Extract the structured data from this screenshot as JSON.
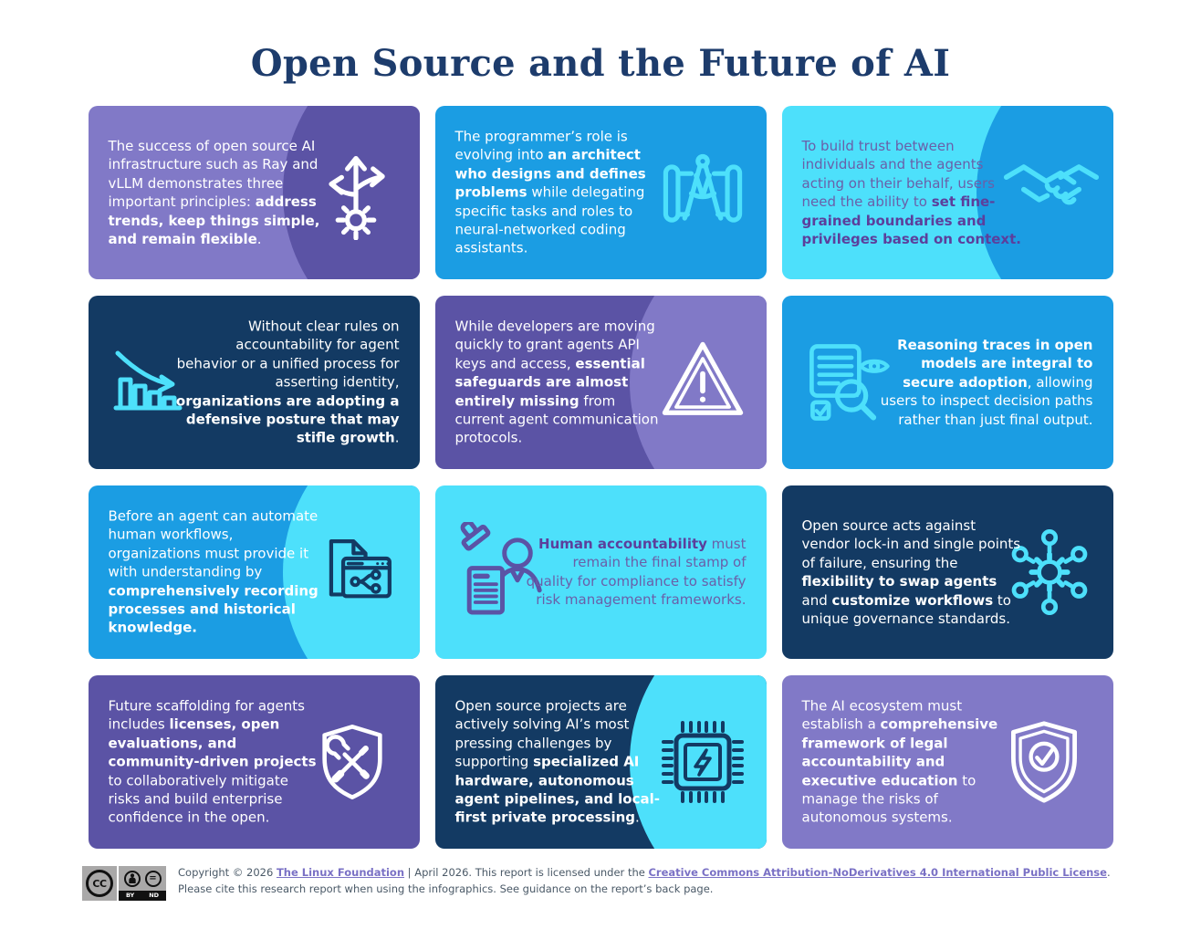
{
  "title": "Open Source and the Future of AI",
  "colors": {
    "white": "#ffffff",
    "blue": "#1b9de3",
    "cyan": "#4de0fb",
    "navy": "#133a63",
    "purple": "#5b53a5",
    "purple_light": "#8179c7",
    "icon_navy": "#133a63",
    "purple_text": "#6a5fa9",
    "purple_text_bold": "#5c3f9c",
    "title_color": "#1d3c6c",
    "footer_text": "#4a5967",
    "link": "#7a71c5"
  },
  "cards": [
    {
      "id": 1,
      "bg": "purple_light",
      "blob": "purple",
      "icon": "branch-arrows",
      "icon_color": "white",
      "icon_side": "right",
      "align": "left",
      "text_regular": "white",
      "text_bold": "white",
      "segments": [
        {
          "t": "The success of open source AI infrastructure such as Ray and vLLM demonstrates three important principles: ",
          "b": false
        },
        {
          "t": "address trends, keep things simple, and remain flexible",
          "b": true
        },
        {
          "t": ".",
          "b": false
        }
      ]
    },
    {
      "id": 2,
      "bg": "blue",
      "blob": null,
      "icon": "compass",
      "icon_color": "cyan",
      "icon_side": "right",
      "align": "left",
      "text_regular": "white",
      "text_bold": "white",
      "segments": [
        {
          "t": "The programmer’s role is evolving into ",
          "b": false
        },
        {
          "t": "an architect who designs and defines problems",
          "b": true
        },
        {
          "t": " while delegating specific tasks and roles to neural-networked coding assistants.",
          "b": false
        }
      ]
    },
    {
      "id": 3,
      "bg": "cyan",
      "blob": "blue",
      "icon": "handshake",
      "icon_color": "cyan",
      "icon_side": "right",
      "align": "left",
      "text_regular": "purple_text",
      "text_bold": "purple_text_bold",
      "segments": [
        {
          "t": "To build trust between individuals and the agents acting on their behalf, users need the ability to ",
          "b": false
        },
        {
          "t": "set fine-grained boundaries and privileges based on context.",
          "b": true
        }
      ]
    },
    {
      "id": 4,
      "bg": "navy",
      "blob": null,
      "icon": "bar-decline",
      "icon_color": "cyan",
      "icon_side": "left",
      "align": "right",
      "text_regular": "white",
      "text_bold": "white",
      "segments": [
        {
          "t": "Without clear rules on accountability for agent behavior or a unified process for asserting identity, ",
          "b": false
        },
        {
          "t": "organizations are adopting a defensive posture that may stifle growth",
          "b": true
        },
        {
          "t": ".",
          "b": false
        }
      ]
    },
    {
      "id": 5,
      "bg": "purple",
      "blob": "purple_light",
      "icon": "warning-triangle",
      "icon_color": "white",
      "icon_side": "right",
      "align": "left",
      "text_regular": "white",
      "text_bold": "white",
      "segments": [
        {
          "t": "While developers are moving quickly to grant agents API keys and access, ",
          "b": false
        },
        {
          "t": "essential safeguards are almost entirely missing",
          "b": true
        },
        {
          "t": " from current agent communication protocols.",
          "b": false
        }
      ]
    },
    {
      "id": 6,
      "bg": "blue",
      "blob": null,
      "icon": "doc-eye-magnifier",
      "icon_color": "cyan",
      "icon_side": "left",
      "align": "right",
      "text_regular": "white",
      "text_bold": "white",
      "segments": [
        {
          "t": "Reasoning traces in open models are integral to secure adoption",
          "b": true
        },
        {
          "t": ", allowing users to inspect decision paths rather than just final output.",
          "b": false
        }
      ]
    },
    {
      "id": 7,
      "bg": "blue",
      "blob": "cyan",
      "icon": "window-flow",
      "icon_color": "icon_navy",
      "icon_side": "right",
      "align": "left",
      "text_regular": "white",
      "text_bold": "white",
      "segments": [
        {
          "t": "Before an agent can automate human workflows, organizations must provide it with understanding by ",
          "b": false
        },
        {
          "t": "comprehensively recording processes and historical knowledge.",
          "b": true
        }
      ]
    },
    {
      "id": 8,
      "bg": "cyan",
      "blob": null,
      "icon": "stamp-person-doc",
      "icon_color": "purple",
      "icon_side": "left",
      "align": "right",
      "text_regular": "purple_text",
      "text_bold": "purple_text_bold",
      "segments": [
        {
          "t": "Human accountability",
          "b": true
        },
        {
          "t": " must remain the final stamp of quality for compliance to satisfy risk management frameworks.",
          "b": false
        }
      ]
    },
    {
      "id": 9,
      "bg": "navy",
      "blob": null,
      "icon": "gear-network",
      "icon_color": "cyan",
      "icon_side": "right",
      "align": "left",
      "text_regular": "white",
      "text_bold": "white",
      "segments": [
        {
          "t": "Open source acts against vendor lock-in and single points of failure, ensuring the ",
          "b": false
        },
        {
          "t": "flexibility to swap agents",
          "b": true
        },
        {
          "t": " and ",
          "b": false
        },
        {
          "t": "customize workflows",
          "b": true
        },
        {
          "t": " to unique governance standards.",
          "b": false
        }
      ]
    },
    {
      "id": 10,
      "bg": "purple",
      "blob": null,
      "icon": "shield-tools",
      "icon_color": "white",
      "icon_side": "right",
      "align": "left",
      "text_regular": "white",
      "text_bold": "white",
      "segments": [
        {
          "t": "Future scaffolding for agents includes ",
          "b": false
        },
        {
          "t": "licenses, open evaluations, and community-driven projects",
          "b": true
        },
        {
          "t": " to collaboratively mitigate risks and build enterprise confidence in the open.",
          "b": false
        }
      ]
    },
    {
      "id": 11,
      "bg": "navy",
      "blob": "cyan",
      "icon": "chip-bolt",
      "icon_color": "icon_navy",
      "icon_side": "right",
      "align": "left",
      "text_regular": "white",
      "text_bold": "white",
      "segments": [
        {
          "t": "Open source projects are actively solving AI’s most pressing challenges by supporting ",
          "b": false
        },
        {
          "t": "specialized AI hardware, autonomous agent pipelines, and local-first private processing",
          "b": true
        },
        {
          "t": ".",
          "b": false
        }
      ]
    },
    {
      "id": 12,
      "bg": "purple_light",
      "blob": null,
      "icon": "shield-check",
      "icon_color": "white",
      "icon_side": "right",
      "align": "left",
      "text_regular": "white",
      "text_bold": "white",
      "segments": [
        {
          "t": "The AI ecosystem must establish a ",
          "b": false
        },
        {
          "t": "comprehensive framework of legal accountability and executive education",
          "b": true
        },
        {
          "t": " to manage the risks of autonomous systems.",
          "b": false
        }
      ]
    }
  ],
  "footer": {
    "badge": {
      "cc": "CC",
      "by": "BY",
      "nd": "ND"
    },
    "line1_segments": [
      {
        "t": "Copyright © 2026 ",
        "link": false
      },
      {
        "t": "The Linux Foundation",
        "link": true
      },
      {
        "t": " | April 2026. This report is licensed under the ",
        "link": false
      },
      {
        "t": "Creative Commons Attribution-NoDerivatives 4.0 International Public License",
        "link": true
      },
      {
        "t": ".",
        "link": false
      }
    ],
    "line2": "Please cite this research report when using the infographics. See guidance on the report’s back page."
  }
}
